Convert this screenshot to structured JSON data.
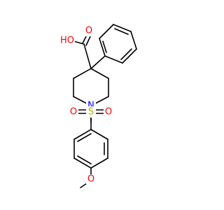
{
  "molecule": {
    "atoms": {
      "hydroxyl": "HO",
      "carbonyl_oxygen": "O",
      "ring_nitrogen": "N",
      "sulfur": "S",
      "sulfonyl_oxygen_left": "O",
      "sulfonyl_oxygen_right": "O",
      "methoxy_oxygen": "O"
    },
    "colors": {
      "bond": "#000000",
      "oxygen": "#ff0000",
      "nitrogen": "#0000ff",
      "sulfur": "#b2b200"
    }
  }
}
